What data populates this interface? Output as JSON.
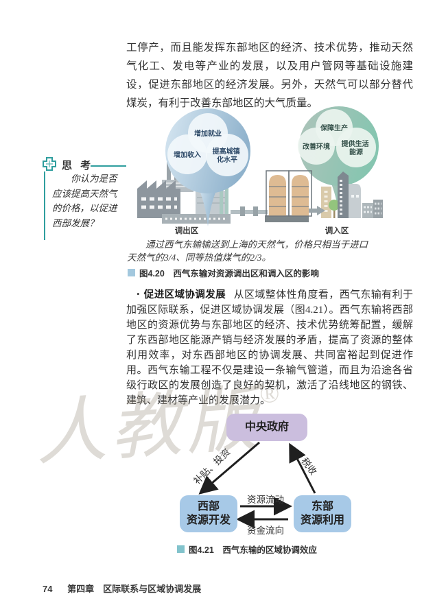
{
  "intro_paragraph": "工停产，而且能发挥东部地区的经济、技术优势，推动天然气化工、发电等产业的发展，以及用户管网等基础设施建设，促进东部地区的经济发展。另外，天然气可以部分替代煤炭，有利于改善东部地区的大气质量。",
  "think_box": {
    "title": "思 考",
    "question": "你认为是否应该提高天然气的价格，以促进西部发展？"
  },
  "figure_420": {
    "balloon_out": {
      "item1": "增加就业",
      "item2": "增加收入",
      "item3_line1": "提高城镇",
      "item3_line2": "化水平"
    },
    "balloon_in": {
      "item1": "保障生产",
      "item2": "改善环境",
      "item3_line1": "提供生活",
      "item3_line2": "能源"
    },
    "label_out": "调出区",
    "label_in": "调入区",
    "note": "通过西气东输输送到上海的天然气，价格只相当于进口天然气的3/4、同等热值煤气的2/3。",
    "caption": "图4.20　西气东输对资源调出区和调入区的影响"
  },
  "body_paragraph": {
    "bullet": "•",
    "lead": "促进区域协调发展",
    "text": "从区域整体性角度看，西气东输有利于加强区际联系，促进区域协调发展（图4.21）。西气东输将西部地区的资源优势与东部地区的经济、技术优势统筹配置，缓解了东西部地区能源产销与经济发展的矛盾，提高了资源的整体利用效率，对东西部地区的协调发展、共同富裕起到促进作用。西气东输工程不仅是建设一条输气管道，而且为沿途各省级行政区的发展创造了良好的契机，激活了沿线地区的钢铁、建筑、建材等产业的发展潜力。"
  },
  "figure_421": {
    "nodes": {
      "central": "中央政府",
      "west_line1": "西部",
      "west_line2": "资源开发",
      "east_line1": "东部",
      "east_line2": "资源利用"
    },
    "edges": {
      "subsidy": "补贴、投资",
      "tax": "税收",
      "resource_flow": "资源流动",
      "capital_flow": "资金流向"
    },
    "caption": "图4.21　西气东输的区域协调效应"
  },
  "watermark": {
    "text": "人教版",
    "reg": "®"
  },
  "footer": {
    "page_number": "74",
    "chapter": "第四章　区际联系与区域协调发展"
  },
  "colors": {
    "accent_teal": "#2f9e9e",
    "caption_square_420": "#a3c8de",
    "caption_square_421": "#82c3cc",
    "node_central_bg": "#cbbede",
    "node_region_bg": "#a7c9e7",
    "balloon_out_gradient_start": "#d7e7f2",
    "balloon_out_gradient_end": "#8fb2cc",
    "balloon_in_gradient_start": "#aec3ba",
    "balloon_in_gradient_end": "#86c5b0"
  }
}
